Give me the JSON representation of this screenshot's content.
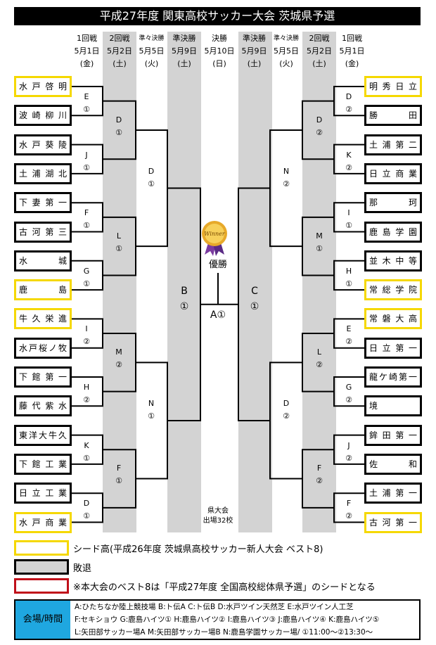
{
  "title": "平成27年度 関東高校サッカー大会 茨城県予選",
  "columns": {
    "left": [
      {
        "round": "1回戦",
        "date": "5月1日",
        "day": "(金)"
      },
      {
        "round": "2回戦",
        "date": "5月2日",
        "day": "(土)"
      },
      {
        "round": "準々決勝",
        "date": "5月5日",
        "day": "(火)"
      },
      {
        "round": "準決勝",
        "date": "5月9日",
        "day": "(土)"
      }
    ],
    "center": {
      "round": "決勝",
      "date": "5月10日",
      "day": "(日)"
    },
    "right": [
      {
        "round": "準決勝",
        "date": "5月9日",
        "day": "(土)"
      },
      {
        "round": "準々決勝",
        "date": "5月5日",
        "day": "(火)"
      },
      {
        "round": "2回戦",
        "date": "5月2日",
        "day": "(土)"
      },
      {
        "round": "1回戦",
        "date": "5月1日",
        "day": "(金)"
      }
    ]
  },
  "teams_left": [
    "水戸啓明",
    "波崎柳川",
    "水戸葵陵",
    "土浦湖北",
    "下妻第一",
    "古河第三",
    "水城",
    "鹿島",
    "牛久栄進",
    "水戸桜ノ牧",
    "下館第一",
    "藤代紫水",
    "東洋大牛久",
    "下館工業",
    "日立工業",
    "水戸商業"
  ],
  "seeds_left": [
    true,
    false,
    false,
    false,
    false,
    false,
    false,
    true,
    true,
    false,
    false,
    false,
    false,
    false,
    false,
    true
  ],
  "teams_right": [
    "明秀日立",
    "勝田",
    "土浦第二",
    "日立商業",
    "那珂",
    "鹿島学園",
    "並木中等",
    "常総学院",
    "常磐大高",
    "日立第一",
    "龍ケ崎第一",
    "境",
    "鉾田第一",
    "佐和",
    "土浦第一",
    "古河第一"
  ],
  "seeds_right": [
    true,
    false,
    false,
    false,
    false,
    false,
    false,
    true,
    true,
    false,
    false,
    false,
    false,
    false,
    false,
    true
  ],
  "r1_left": [
    [
      "E",
      "①"
    ],
    [
      "J",
      "①"
    ],
    [
      "F",
      "①"
    ],
    [
      "G",
      "①"
    ],
    [
      "I",
      "②"
    ],
    [
      "H",
      "②"
    ],
    [
      "K",
      "①"
    ],
    [
      "D",
      "①"
    ]
  ],
  "r1_right": [
    [
      "D",
      "②"
    ],
    [
      "K",
      "②"
    ],
    [
      "I",
      "①"
    ],
    [
      "H",
      "①"
    ],
    [
      "E",
      "②"
    ],
    [
      "G",
      "②"
    ],
    [
      "J",
      "②"
    ],
    [
      "F",
      "②"
    ]
  ],
  "r2_left": [
    [
      "D",
      "①"
    ],
    [
      "L",
      "①"
    ],
    [
      "M",
      "②"
    ],
    [
      "F",
      "①"
    ]
  ],
  "r2_right": [
    [
      "D",
      "②"
    ],
    [
      "M",
      "①"
    ],
    [
      "L",
      "②"
    ],
    [
      "F",
      "②"
    ]
  ],
  "qf_left": [
    [
      "D",
      "①"
    ],
    [
      "N",
      "①"
    ]
  ],
  "qf_right": [
    [
      "N",
      "②"
    ],
    [
      "D",
      "②"
    ]
  ],
  "sf_left": [
    "B",
    "①"
  ],
  "sf_right": [
    "C",
    "①"
  ],
  "final": {
    "label": "優勝",
    "venue": "A①",
    "winner_badge": "Winner"
  },
  "note": {
    "line1": "県大会",
    "line2": "出場32校"
  },
  "legend": {
    "seed": "シード高(平成26年度 茨城県高校サッカー新人大会 ベスト8)",
    "lost": "敗退",
    "best8": "※本大会のベスト8は「平成27年度 全国高校総体県予選」のシードとなる"
  },
  "colors": {
    "seed": "#f5d800",
    "lost": "#d3d3d3",
    "best8": "#c0101a",
    "info_head": "#1fa7e0"
  },
  "info": {
    "head": "会場/時間",
    "lines": [
      "A:ひたちなか陸上競技場 B:ト伝A C:ト伝B D:水戸ツイン天然芝 E:水戸ツイン人工芝",
      "F:セキショウ G:鹿島ハイツ① H:鹿島ハイツ② I:鹿島ハイツ③ J:鹿島ハイツ④ K:鹿島ハイツ⑤",
      "L:矢田部サッカー場A M:矢田部サッカー場B N:鹿島学園サッカー場/ ①11:00〜②13:30〜"
    ]
  }
}
